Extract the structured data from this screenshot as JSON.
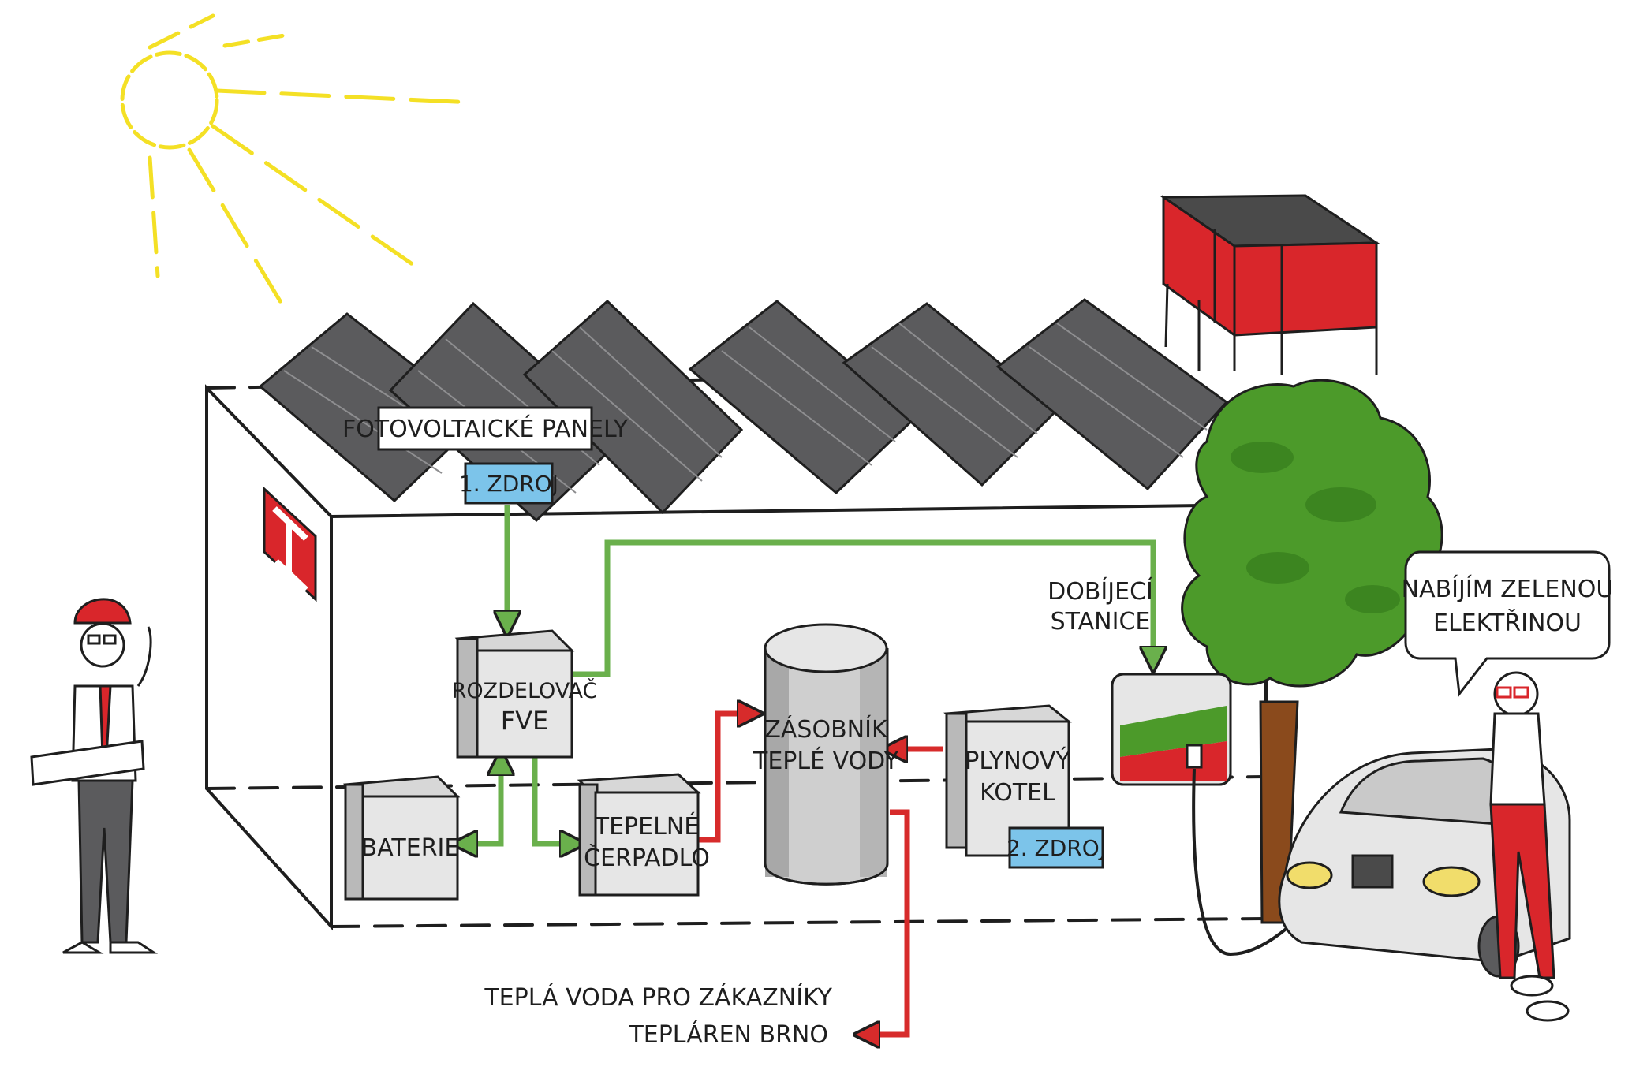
{
  "labels": {
    "pv_panels": "FOTOVOLTAICKÉ PANELY",
    "source_1": "1. ZDROJ",
    "distributor_line1": "ROZDELOVAČ",
    "distributor_line2": "FVE",
    "battery": "BATERIE",
    "heat_pump_line1": "TEPELNÉ",
    "heat_pump_line2": "ČERPADLO",
    "tank_line1": "ZÁSOBNÍK",
    "tank_line2": "TEPLÉ VODY",
    "boiler_line1": "PLYNOVÝ",
    "boiler_line2": "KOTEL",
    "source_2": "2. ZDROJ",
    "station_line1": "DOBÍJECÍ",
    "station_line2": "STANICE",
    "speech_line1": "NABÍJÍM ZELENOU",
    "speech_line2": "ELEKTŘINOU",
    "output_line1": "TEPLÁ VODA PRO ZÁKAZNÍKY",
    "output_line2": "TEPLÁREN BRNO"
  },
  "colors": {
    "ink": "#1e1e1e",
    "panel_dark": "#5b5b5d",
    "box_light": "#e6e6e6",
    "box_side": "#b9b9b9",
    "tag_blue": "#7cc4ea",
    "flow_green": "#6ab04c",
    "flow_red": "#d72b2b",
    "brand_red": "#d9262b",
    "sun_yellow": "#f4e025",
    "tree_green": "#4c9a2a",
    "trunk_brown": "#8a4a1c"
  },
  "icons": {
    "logo": "teplarny-brno-logo",
    "sun": "sun-icon"
  }
}
